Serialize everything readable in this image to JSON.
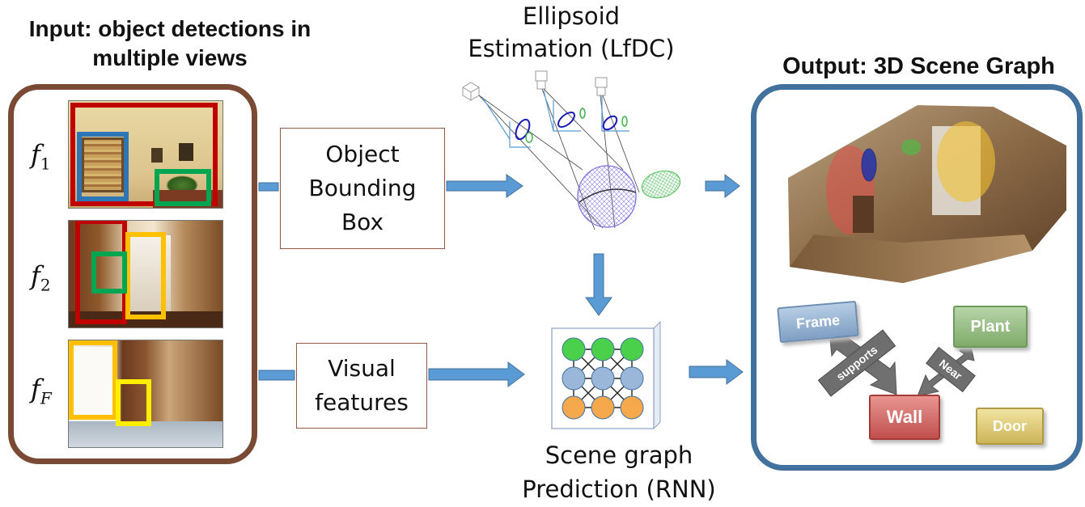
{
  "input_title_line1": "Input: object detections in",
  "input_title_line2": "multiple views",
  "frames": [
    {
      "main": "f",
      "sub": "1"
    },
    {
      "main": "f",
      "sub": "2"
    },
    {
      "main": "f",
      "sub": "F"
    }
  ],
  "bbox_box": {
    "line1": "Object",
    "line2": "Bounding",
    "line3": "Box"
  },
  "visual_box": {
    "line1": "Visual",
    "line2": "features"
  },
  "ellipsoid_title": {
    "line1": "Ellipsoid",
    "line2": "Estimation (LfDC)"
  },
  "scene_caption": {
    "line1": "Scene graph",
    "line2": "Prediction (RNN)"
  },
  "output_title": "Output: 3D Scene Graph",
  "scene_graph": {
    "nodes": {
      "frame": "Frame",
      "plant": "Plant",
      "wall": "Wall",
      "door": "Door"
    },
    "edges": {
      "supports": "supports",
      "near": "Near"
    }
  },
  "colors": {
    "input_border": "#7a4a35",
    "output_border": "#41719c",
    "arrow": "#5b9bd5",
    "det_red": "#c00000",
    "det_blue": "#2e75b6",
    "det_green": "#00a651",
    "det_yellow": "#ffc000",
    "node_green": "#4ad04a",
    "node_blue": "#9ab7d9",
    "node_orange": "#f5a94c"
  }
}
